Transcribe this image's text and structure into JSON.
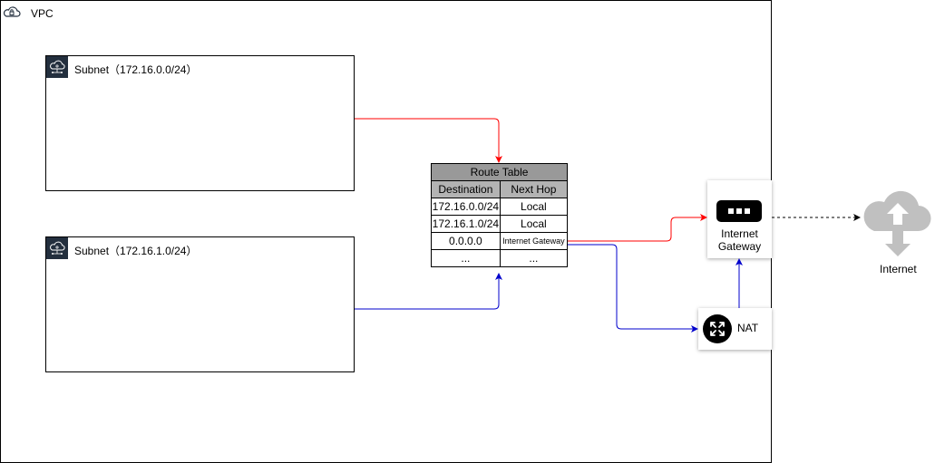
{
  "vpc": {
    "label": "VPC"
  },
  "subnets": [
    {
      "label": "Subnet（172.16.0.0/24）"
    },
    {
      "label": "Subnet（172.16.1.0/24）"
    }
  ],
  "route_table": {
    "title": "Route Table",
    "headers": [
      "Destination",
      "Next Hop"
    ],
    "rows": [
      [
        "172.16.0.0/24",
        "Local"
      ],
      [
        "172.16.1.0/24",
        "Local"
      ],
      [
        "0.0.0.0",
        "Internet Gateway"
      ],
      [
        "...",
        "..."
      ]
    ]
  },
  "internet_gateway": {
    "label_line1": "Internet",
    "label_line2": "Gateway"
  },
  "nat": {
    "label": "NAT"
  },
  "internet": {
    "label": "Internet"
  },
  "colors": {
    "public_route": "#ff0000",
    "private_route": "#0000cc",
    "icon_bg": "#232f3e",
    "cloud": "#c0c0c0"
  },
  "icons": [
    "vpc-cloud-lock-icon",
    "subnet-network-icon",
    "internet-gateway-icon",
    "nat-gateway-icon",
    "internet-cloud-icon"
  ]
}
